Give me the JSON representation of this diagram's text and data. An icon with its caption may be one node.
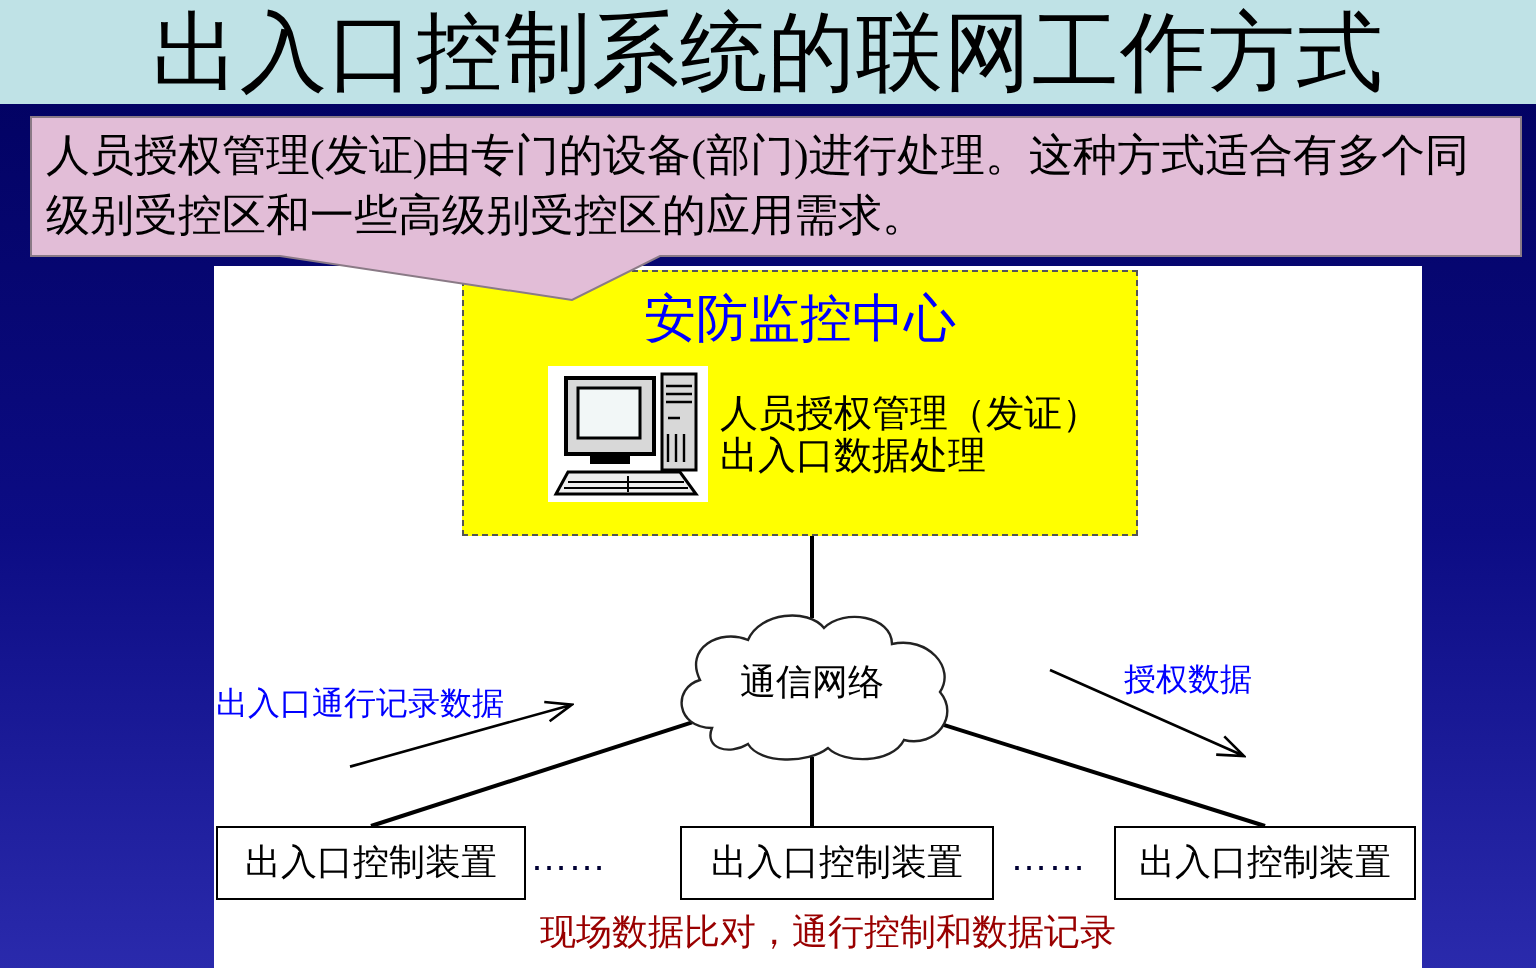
{
  "diagram": {
    "title": "出入口控制系统的联网工作方式",
    "nodes": [
      {
        "text": [
          "人员授权管理(发证)由专门的设备(部门)进行处理。这种方式适合有多个同级别受控区和一些高级别受控区的应用需求。"
        ]
      },
      {
        "text": [
          "安防监控中心",
          "人员授权管理（发证）",
          "出入口数据处理"
        ]
      },
      {
        "text": [
          "通信网络"
        ]
      },
      {
        "text": [
          "出入口控制装置"
        ]
      },
      {
        "text": [
          "出入口控制装置"
        ]
      },
      {
        "text": [
          "出入口控制装置"
        ]
      }
    ],
    "edges": [
      {
        "from": 1,
        "to": 2,
        "arrow": "none"
      },
      {
        "from": 2,
        "to": 3,
        "arrow": "none"
      },
      {
        "from": 2,
        "to": 4,
        "arrow": "none"
      },
      {
        "from": 2,
        "to": 5,
        "arrow": "none"
      }
    ],
    "labels": [
      "出入口通行记录数据",
      "授权数据",
      "……",
      "……",
      "现场数据比对，通行控制和数据记录"
    ]
  }
}
